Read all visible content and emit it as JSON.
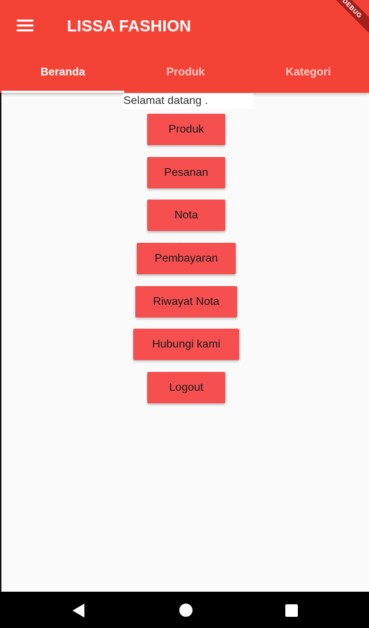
{
  "app_bar": {
    "title": "LISSA FASHION",
    "menu_icon": "hamburger-menu-icon",
    "debug_banner": "DEBUG",
    "color": "#f44336"
  },
  "tabs": [
    {
      "label": "Beranda",
      "selected": true
    },
    {
      "label": "Produk",
      "selected": false
    },
    {
      "label": "Kategori",
      "selected": false
    }
  ],
  "body": {
    "welcome_text": "Selamat datang ."
  },
  "buttons": {
    "produk": "Produk",
    "pesanan": "Pesanan",
    "nota": "Nota",
    "pembayaran": "Pembayaran",
    "riwayat_nota": "Riwayat Nota",
    "hubungi_kami": "Hubungi kami",
    "logout": "Logout",
    "color": "#f5504f"
  },
  "nav_bar": {
    "icons": [
      "back-icon",
      "home-icon",
      "recents-icon"
    ]
  }
}
